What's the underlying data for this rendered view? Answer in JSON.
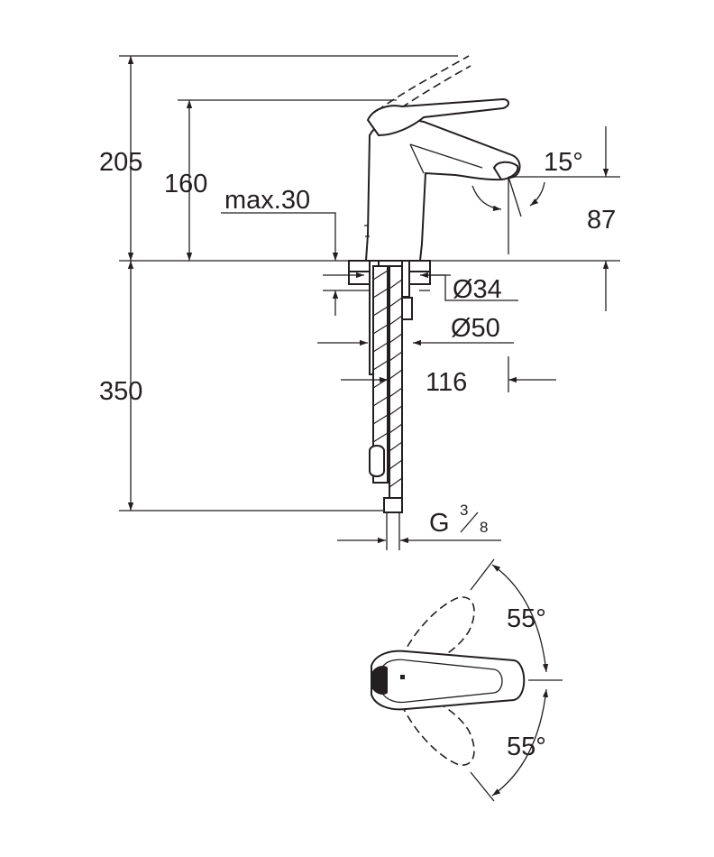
{
  "dimensions": {
    "total_height": "205",
    "spout_height": "160",
    "max_thickness": "max.30",
    "spout_reach_height": "87",
    "spray_angle": "15°",
    "hole_diameter": "Ø34",
    "base_diameter": "Ø50",
    "projection": "116",
    "hose_length": "350",
    "connection_thread": "G",
    "thread_numerator": "3",
    "thread_denominator": "8",
    "rotation_angle_top": "55°",
    "rotation_angle_bottom": "55°"
  },
  "colors": {
    "line": "#231f20",
    "background": "#ffffff"
  }
}
